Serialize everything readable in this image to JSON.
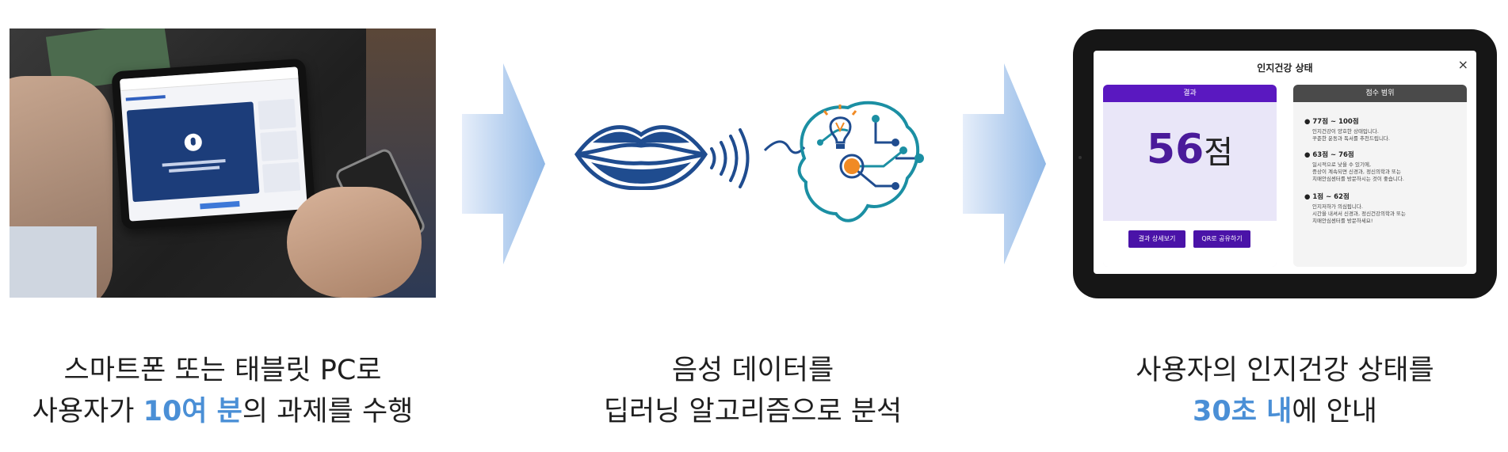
{
  "step1": {
    "caption_line1": "스마트폰 또는 태블릿 PC로",
    "caption_line2_pre": "사용자가 ",
    "caption_line2_hl": "10여 분",
    "caption_line2_post": "의 과제를 수행"
  },
  "step2": {
    "caption_line1": "음성 데이터를",
    "caption_line2": "딥러닝 알고리즘으로 분석"
  },
  "step3": {
    "caption_line1": "사용자의 인지건강 상태를",
    "caption_line2_hl": "30초 내",
    "caption_line2_post": "에 안내",
    "screen": {
      "title": "인지건강 상태",
      "close_icon": "×",
      "result_header": "결과",
      "score_value": "56",
      "score_unit": "점",
      "btn_detail": "결과 상세보기",
      "btn_share": "QR로 공유하기",
      "range_header": "점수 범위",
      "ranges": [
        {
          "title": "77점 ~ 100점",
          "desc": "인지건강이 양호한 상태입니다.\n꾸준한 운동과 독서를 추천드립니다."
        },
        {
          "title": "63점 ~ 76점",
          "desc": "일시적으로 낮을 수 있기에,\n증상이 계속되면 신경과, 정신의학과 또는\n치매안심센터를 방문하시는 것이 좋습니다."
        },
        {
          "title": "1점 ~ 62점",
          "desc": "인지저하가 의심됩니다.\n시간을 내셔서 신경과, 정신건강의학과 또는\n치매안심센터를 방문하세요!"
        }
      ]
    }
  },
  "colors": {
    "highlight": "#4a8fd6",
    "arrow": "#9ec2ea",
    "purple": "#5a18c0",
    "lips": "#1f4c8f",
    "brain": "#1b8fa3"
  }
}
